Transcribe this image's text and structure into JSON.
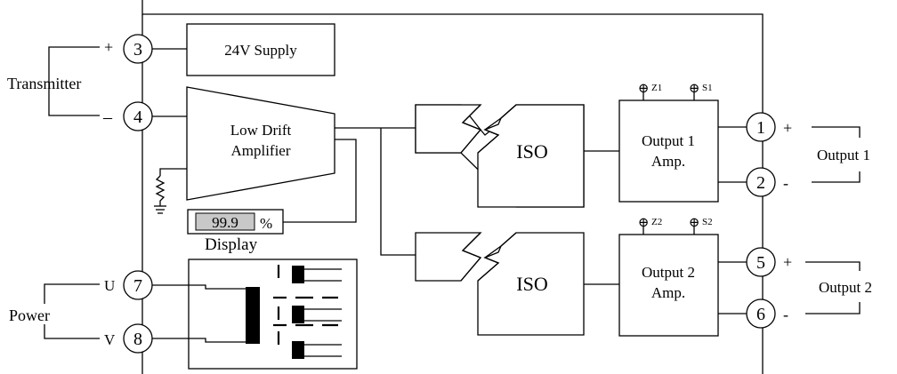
{
  "labels": {
    "supply": "24V Supply",
    "transmitter": "Transmitter",
    "amp_line1": "Low Drift",
    "amp_line2": "Amplifier",
    "display_value": "99.9",
    "display_unit": "%",
    "display_label": "Display",
    "power": "Power",
    "iso_top": "ISO",
    "iso_bottom": "ISO",
    "out1_line1": "Output 1",
    "out1_line2": "Amp.",
    "out2_line1": "Output 2",
    "out2_line2": "Amp.",
    "output1": "Output 1",
    "output2": "Output 2",
    "z1": "Z1",
    "s1": "S1",
    "z2": "Z2",
    "s2": "S2",
    "trim_symbol": "⊕"
  },
  "terminals": {
    "t3": "3",
    "t4": "4",
    "t7": "7",
    "t8": "8",
    "t1": "1",
    "t2": "2",
    "t5": "5",
    "t6": "6"
  },
  "polarity": {
    "t3": "+",
    "t4": "–",
    "t7": "U",
    "t8": "V",
    "t1": "+",
    "t2": "-",
    "t5": "+",
    "t6": "-"
  },
  "colors": {
    "line": "#000000",
    "display_fill": "#c8c8c8"
  }
}
